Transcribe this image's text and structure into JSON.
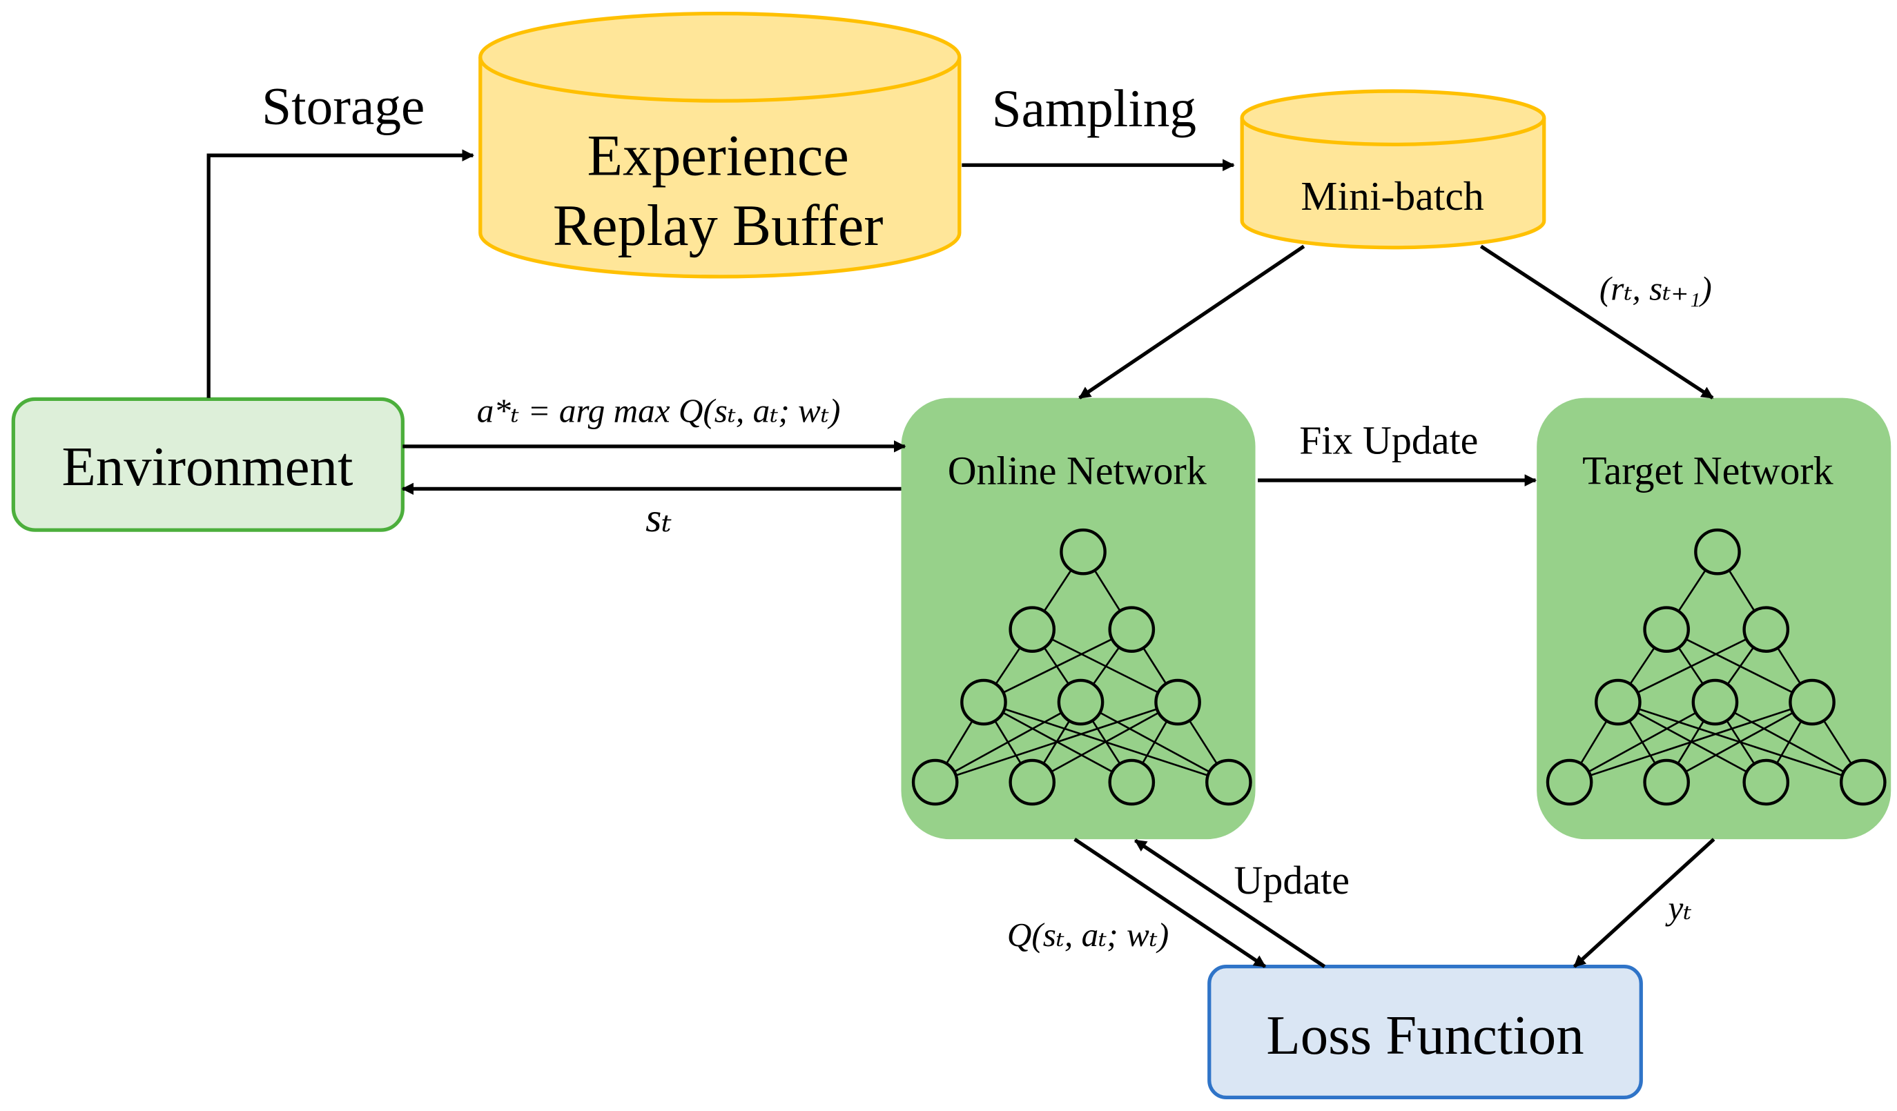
{
  "colors": {
    "buffer_fill": "#FFE699",
    "buffer_stroke": "#FFC000",
    "environment_fill": "#DDEFD9",
    "environment_stroke": "#4CAF3C",
    "network_fill": "#97D18A",
    "loss_fill": "#DAE6F4",
    "loss_stroke": "#2F74C8"
  },
  "nodes": {
    "buffer": {
      "line1": "Experience",
      "line2": "Replay Buffer"
    },
    "minibatch": "Mini-batch",
    "environment": "Environment",
    "online": "Online Network",
    "target": "Target Network",
    "loss": "Loss Function"
  },
  "edges": {
    "storage": "Storage",
    "sampling": "Sampling",
    "reward_state": "(rₜ, sₜ₊₁)",
    "action": "a*ₜ = arg max Q(sₜ, aₜ; wₜ)",
    "state": "sₜ",
    "fix_update": "Fix Update",
    "update": "Update",
    "q_value": "Q(sₜ, aₜ; wₜ)",
    "target_y": "yₜ"
  }
}
